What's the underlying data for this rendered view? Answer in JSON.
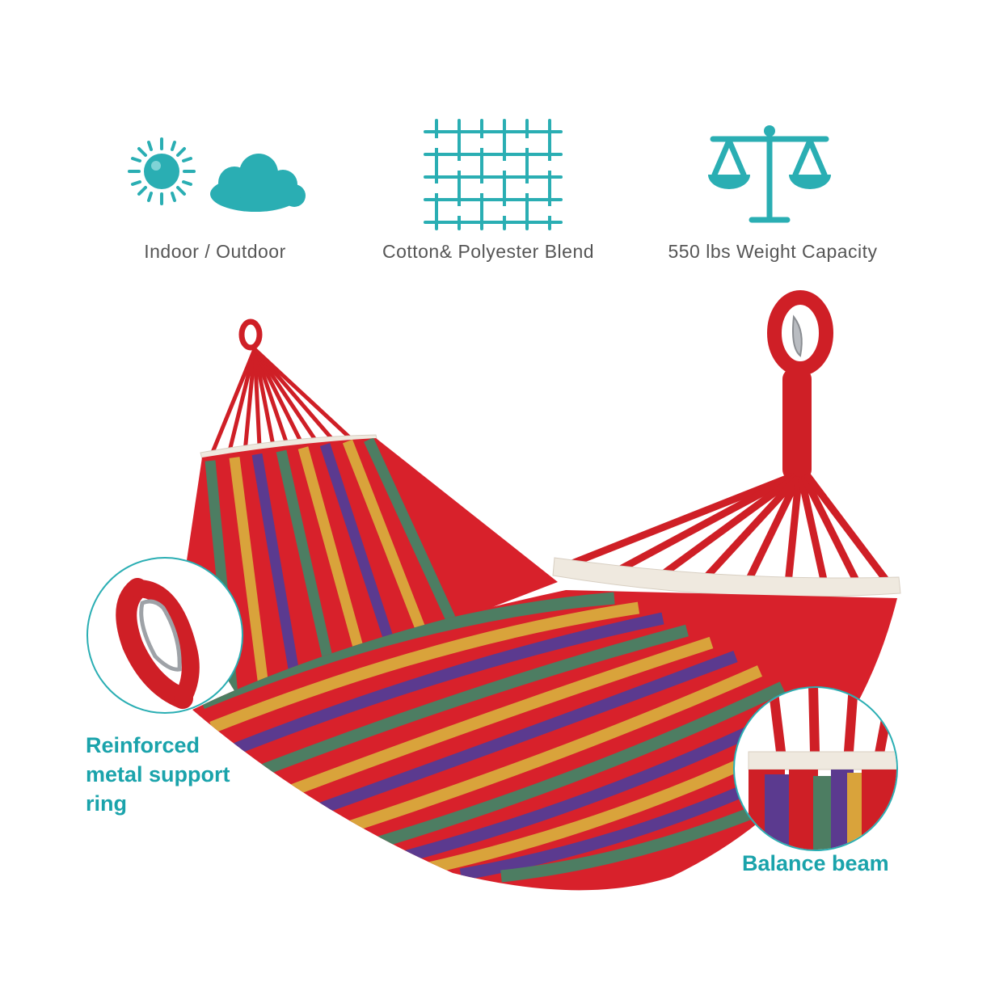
{
  "features": [
    {
      "icon": "sun-cloud-icon",
      "label": "Indoor / Outdoor"
    },
    {
      "icon": "woven-fabric-icon",
      "label": "Cotton& Polyester Blend"
    },
    {
      "icon": "balance-scale-icon",
      "label": "550 lbs Weight Capacity"
    }
  ],
  "callouts": {
    "ring": {
      "line1": "Reinforced",
      "line2": "metal support",
      "line3": "ring"
    },
    "beam": {
      "text": "Balance beam"
    }
  },
  "colors": {
    "accent": "#2aaeb3",
    "callout_text": "#1aa3ab",
    "label_text": "#555555",
    "stripe_red": "#d8212b",
    "stripe_green": "#4d7d62",
    "stripe_purple": "#5b3a8f",
    "stripe_yellow": "#d9a33b",
    "beam_wood": "#efe9df",
    "rope": "#cf1f26"
  }
}
